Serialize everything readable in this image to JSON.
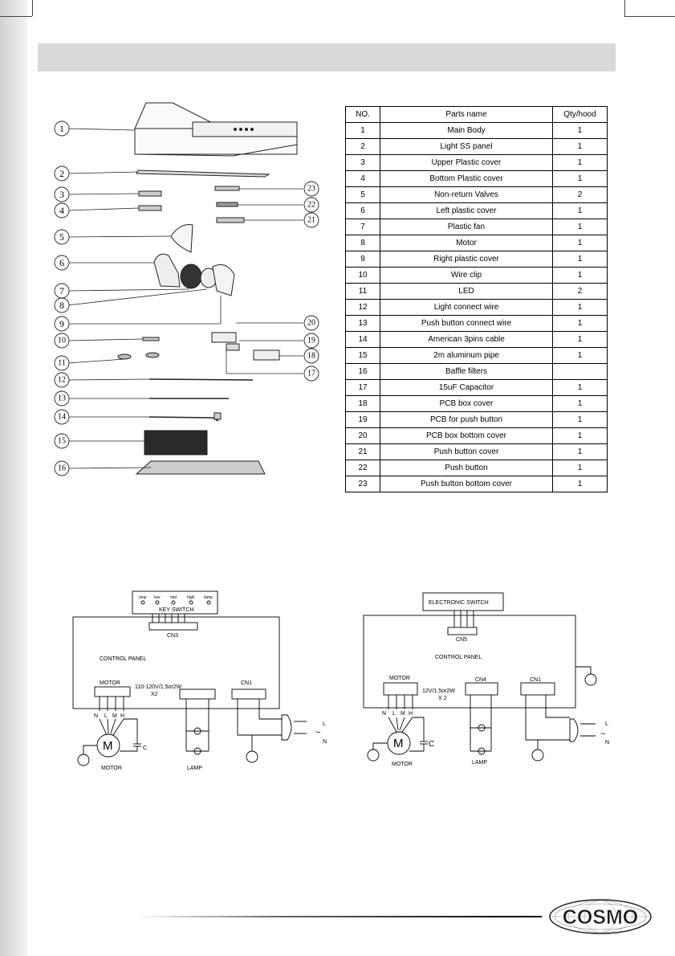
{
  "parts_table": {
    "headers": [
      "NO.",
      "Parts name",
      "Qty/hood"
    ],
    "rows": [
      [
        "1",
        "Main Body",
        "1"
      ],
      [
        "2",
        "Light SS panel",
        "1"
      ],
      [
        "3",
        "Upper Plastic cover",
        "1"
      ],
      [
        "4",
        "Bottom Plastic cover",
        "1"
      ],
      [
        "5",
        "Non-return Valves",
        "2"
      ],
      [
        "6",
        "Left plastic cover",
        "1"
      ],
      [
        "7",
        "Plastic fan",
        "1"
      ],
      [
        "8",
        "Motor",
        "1"
      ],
      [
        "9",
        "Right plastic cover",
        "1"
      ],
      [
        "10",
        "Wire clip",
        "1"
      ],
      [
        "11",
        "LED",
        "2"
      ],
      [
        "12",
        "Light connect wire",
        "1"
      ],
      [
        "13",
        "Push button connect wire",
        "1"
      ],
      [
        "14",
        "American 3pins cable",
        "1"
      ],
      [
        "15",
        "2m aluminum pipe",
        "1"
      ],
      [
        "16",
        "Baffle filters",
        ""
      ],
      [
        "17",
        "15uF Capacitor",
        "1"
      ],
      [
        "18",
        "PCB box cover",
        "1"
      ],
      [
        "19",
        "PCB for push button",
        "1"
      ],
      [
        "20",
        "PCB box bottom cover",
        "1"
      ],
      [
        "21",
        "Push button cover",
        "1"
      ],
      [
        "22",
        "Push button",
        "1"
      ],
      [
        "23",
        "Push button bottom cover",
        "1"
      ]
    ]
  },
  "callouts": [
    "1",
    "2",
    "3",
    "4",
    "5",
    "6",
    "7",
    "8",
    "9",
    "10",
    "11",
    "12",
    "13",
    "14",
    "15",
    "16",
    "17",
    "18",
    "19",
    "20",
    "21",
    "22",
    "23"
  ],
  "wiring_left": {
    "switch_labels": [
      "stop",
      "low",
      "mid",
      "high",
      "lamp"
    ],
    "switch_title": "KEY SWITCH",
    "cn3": "CN3",
    "control_panel": "CONTROL PANEL",
    "motor_label": "MOTOR",
    "lamp_spec_1": "110-120V/1.5or2W",
    "lamp_spec_2": "X2",
    "cn1": "CN1",
    "nlmh": [
      "N",
      "L",
      "M",
      "H"
    ],
    "m": "M",
    "c": "C",
    "motor_caption": "MOTOR",
    "lamp_caption": "LAMP",
    "l": "L",
    "n": "N"
  },
  "wiring_right": {
    "switch_title": "ELECTRONIC SWITCH",
    "cn5": "CN5",
    "control_panel": "CONTROL PANEL",
    "motor_label": "MOTOR",
    "cn4": "CN4",
    "cn1": "CN1",
    "lamp_spec_1": "12V/1.5or2W",
    "lamp_spec_2": "X 2",
    "nlmh": [
      "N",
      "L",
      "M",
      "H"
    ],
    "m": "M",
    "c": "C",
    "motor_caption": "MOTOR",
    "lamp_caption": "LAMP",
    "l": "L",
    "n": "N"
  },
  "logo_text": "COSMO"
}
